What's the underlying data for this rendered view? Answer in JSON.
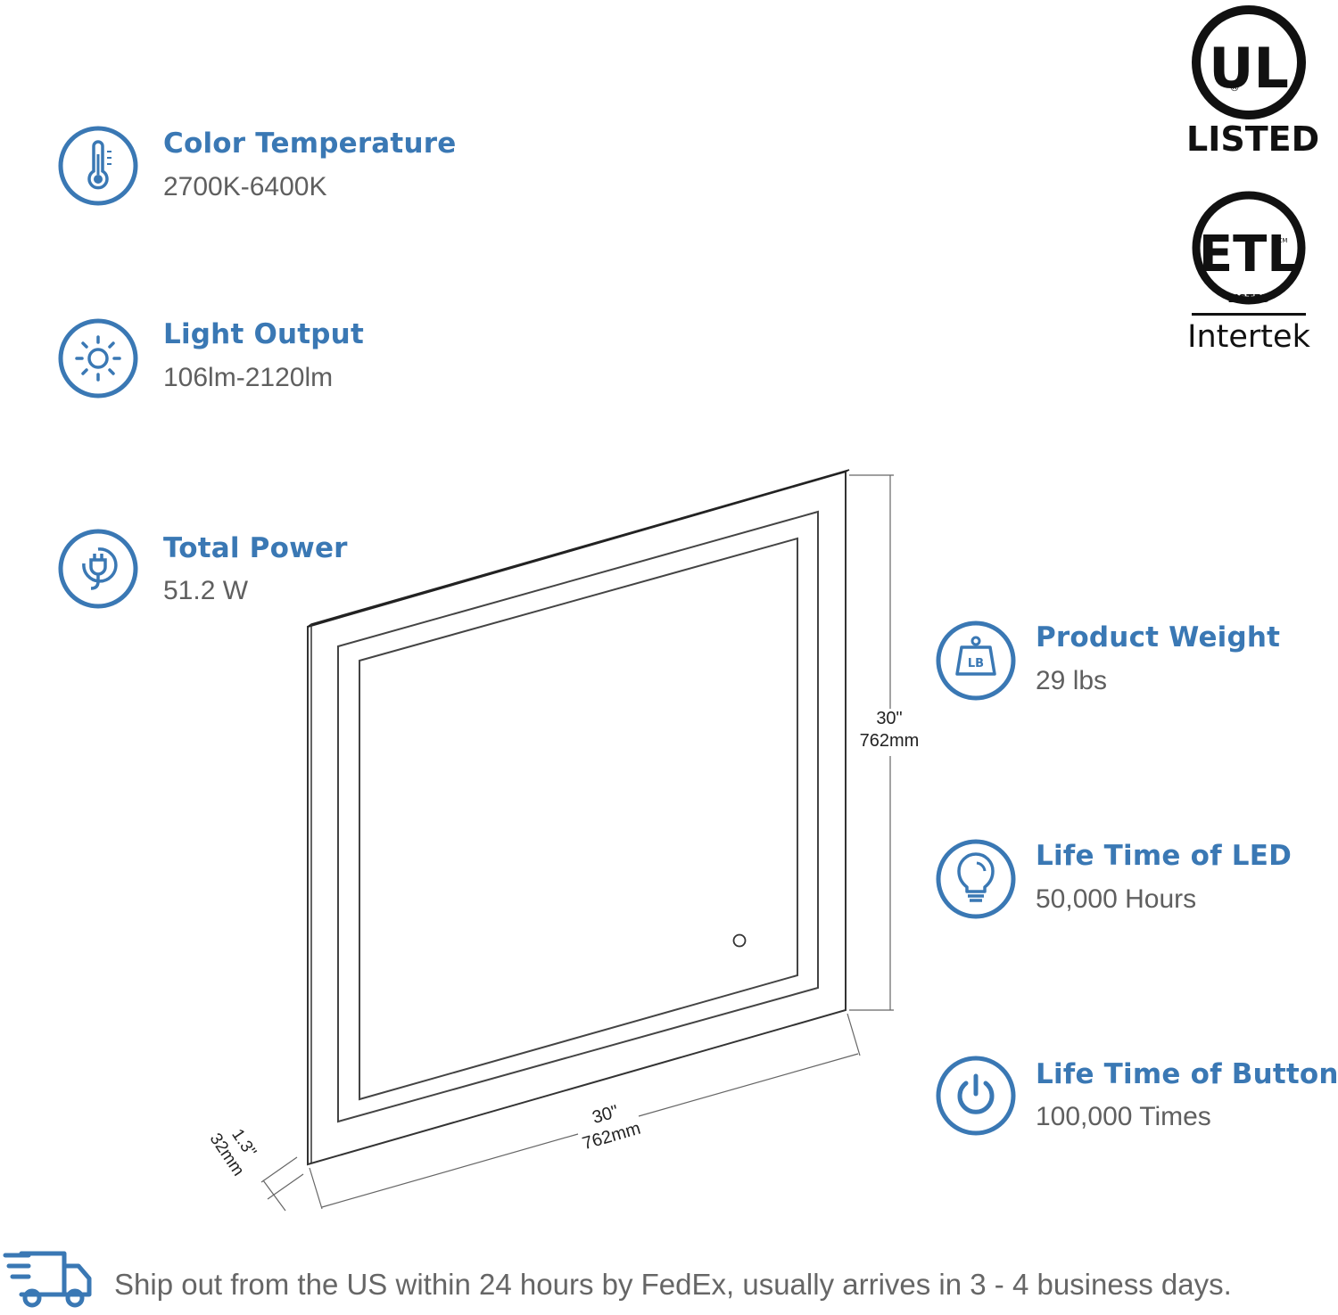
{
  "specs_left": [
    {
      "title": "Color Temperature",
      "value": "2700K-6400K",
      "icon": "thermometer-icon"
    },
    {
      "title": "Light Output",
      "value": "106lm-2120lm",
      "icon": "sun-icon"
    },
    {
      "title": "Total Power",
      "value": "51.2 W",
      "icon": "plug-icon"
    }
  ],
  "specs_right": [
    {
      "title": "Product Weight",
      "value": "29 lbs",
      "icon": "weight-icon",
      "icon_text": "LB"
    },
    {
      "title": "Life Time of LED",
      "value": "50,000 Hours",
      "icon": "lightbulb-icon"
    },
    {
      "title": "Life Time of Buttons",
      "value": "100,000 Times",
      "icon": "power-icon"
    }
  ],
  "certifications": {
    "ul": {
      "mark": "UL",
      "registered": "®",
      "label": "LISTED"
    },
    "etl": {
      "mark": "ETL",
      "small_label": "LISTED",
      "corner": "CM",
      "brand": "Intertek"
    }
  },
  "dimensions": {
    "height": {
      "inches": "30\"",
      "mm": "762mm"
    },
    "width": {
      "inches": "30\"",
      "mm": "762mm"
    },
    "depth": {
      "inches": "1.3\"",
      "mm": "32mm"
    }
  },
  "footer": {
    "text": "Ship out from the US within 24 hours by FedEx, usually arrives in 3 - 4 business days.",
    "icon": "delivery-truck-icon"
  },
  "colors": {
    "accent": "#3a78b4",
    "text_gray": "#5f5f5f",
    "line": "#555555"
  }
}
